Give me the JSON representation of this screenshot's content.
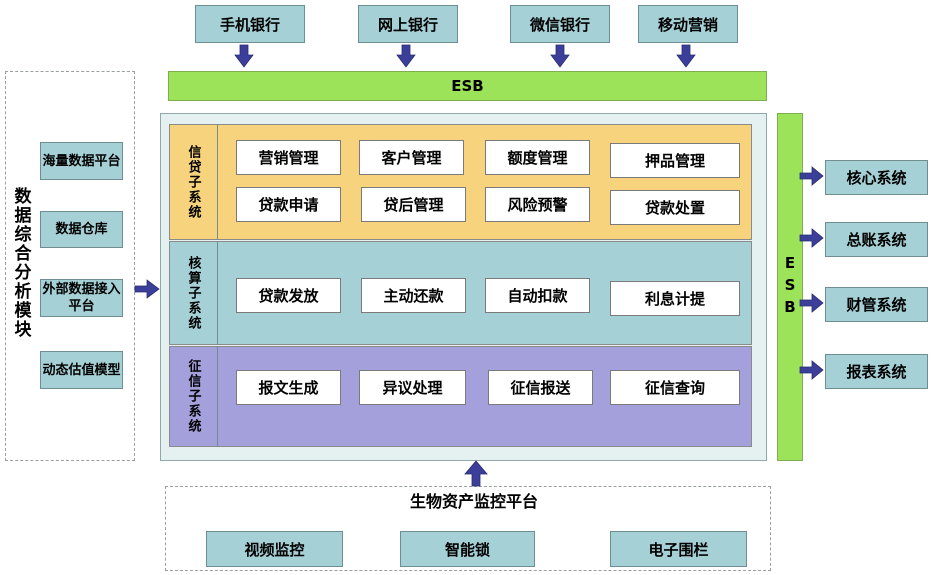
{
  "channels": [
    "手机银行",
    "网上银行",
    "微信银行",
    "移动营销"
  ],
  "esb_top": "ESB",
  "esb_right": "ESB",
  "left_module": {
    "title": "数据综合分析模块",
    "items": [
      "海量数据平台",
      "数据仓库",
      "外部数据接入平台",
      "动态估值模型"
    ]
  },
  "subsystems": [
    {
      "label": "信贷子系统",
      "rows": [
        [
          "营销管理",
          "客户管理",
          "额度管理",
          "押品管理"
        ],
        [
          "贷款申请",
          "贷后管理",
          "风险预警",
          "贷款处置"
        ]
      ]
    },
    {
      "label": "核算子系统",
      "rows": [
        [
          "贷款发放",
          "主动还款",
          "自动扣款",
          "利息计提"
        ]
      ]
    },
    {
      "label": "征信子系统",
      "rows": [
        [
          "报文生成",
          "异议处理",
          "征信报送",
          "征信查询"
        ]
      ]
    }
  ],
  "right_systems": [
    "核心系统",
    "总账系统",
    "财管系统",
    "报表系统"
  ],
  "bottom_platform": {
    "title": "生物资产监控平台",
    "items": [
      "视频监控",
      "智能锁",
      "电子围栏"
    ]
  },
  "colors": {
    "teal": "#a5d1d6",
    "esb_green": "#9ce35a",
    "credit_orange": "#f6d37c",
    "accounting_teal": "#a5d1d6",
    "credit_report_purple": "#a4a0dc",
    "arrow": "#3b3f9a",
    "frame_bg": "#e5f1f1"
  },
  "icons": [
    "arrow-down-icon",
    "arrow-right-icon",
    "arrow-up-icon"
  ]
}
